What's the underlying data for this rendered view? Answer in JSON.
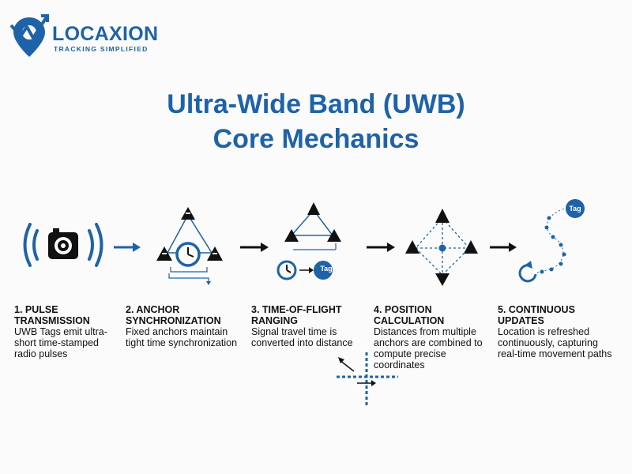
{
  "logo": {
    "name": "LOCAXION",
    "tagline": "TRACKING SIMPLIFIED"
  },
  "title": {
    "line1": "Ultra-Wide Band (UWB)",
    "line2": "Core Mechanics"
  },
  "icons": {
    "tag_label": "Tag",
    "tag_label2": "Tag"
  },
  "colors": {
    "brand_blue": "#1e63a8",
    "dark": "#111111"
  },
  "steps": [
    {
      "title_lines": [
        "1. PULSE",
        "TRANSMISSION"
      ],
      "desc_lines": [
        "UWB Tags emit ultra-",
        "short time-stamped",
        "radio pulses"
      ]
    },
    {
      "title_lines": [
        "2. ANCHOR",
        "SYNCHRONIZATION"
      ],
      "desc_lines": [
        "Fixed anchors maintain",
        "tight time synchronization"
      ]
    },
    {
      "title_lines": [
        "3. TIME-OF-FLIGHT",
        "RANGING"
      ],
      "desc_lines": [
        "Signal travel time is",
        "converted into distance"
      ]
    },
    {
      "title_lines": [
        "4. POSITION",
        "CALCULATION"
      ],
      "desc_lines": [
        "Distances from multiple",
        "anchors are combined to",
        "compute precise",
        "coordinates"
      ]
    },
    {
      "title_lines": [
        "5. CONTINUOUS",
        "UPDATES"
      ],
      "desc_lines": [
        "Location is refreshed",
        "continuously, capturing",
        "real-time movement paths"
      ]
    }
  ]
}
